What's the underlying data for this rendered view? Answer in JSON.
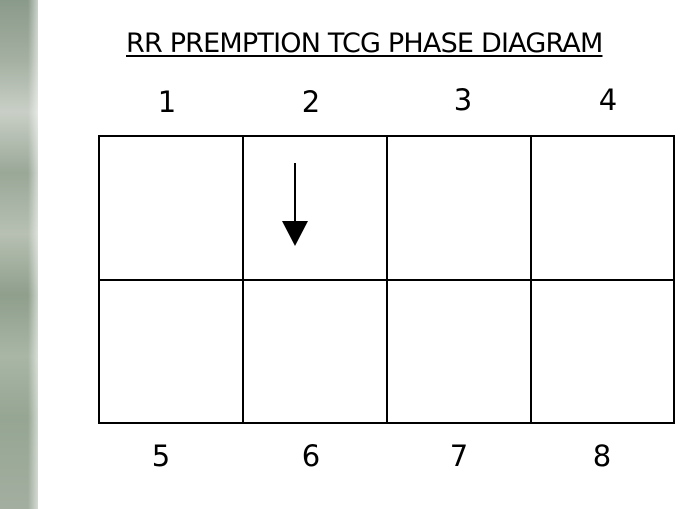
{
  "diagram": {
    "title": "RR PREMPTION TCG PHASE DIAGRAM",
    "top_labels": [
      "1",
      "2",
      "3",
      "4"
    ],
    "bottom_labels": [
      "5",
      "6",
      "7",
      "8"
    ],
    "arrow": {
      "phase": "2",
      "direction": "down"
    }
  }
}
